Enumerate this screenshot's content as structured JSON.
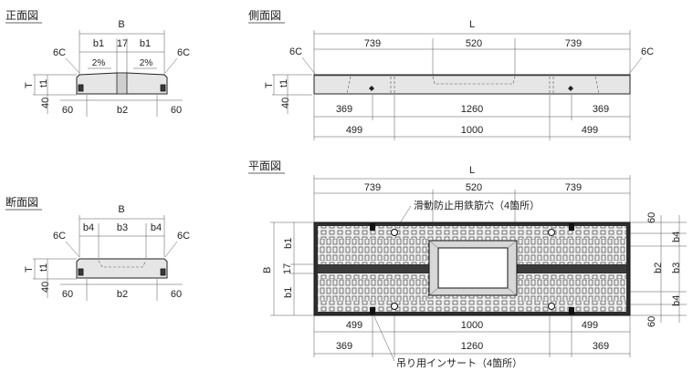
{
  "titles": {
    "front": "正面図",
    "side": "側面図",
    "section": "断面図",
    "plan": "平面図"
  },
  "front": {
    "B": "B",
    "b1_left": "b1",
    "mid": "17",
    "b1_right": "b1",
    "slope_left": "2%",
    "slope_right": "2%",
    "chamfer_left": "6C",
    "chamfer_right": "6C",
    "T": "T",
    "t1": "t1",
    "h40": "40",
    "w60_left": "60",
    "b2": "b2",
    "w60_right": "60"
  },
  "side": {
    "L": "L",
    "d739_left": "739",
    "d520": "520",
    "d739_right": "739",
    "chamfer_left": "6C",
    "chamfer_right": "6C",
    "T": "T",
    "t1": "t1",
    "h40": "40",
    "d369_left": "369",
    "d1260": "1260",
    "d369_right": "369",
    "d499_left": "499",
    "d1000": "1000",
    "d499_right": "499"
  },
  "section": {
    "B": "B",
    "b4_left": "b4",
    "b3": "b3",
    "b4_right": "b4",
    "chamfer_left": "6C",
    "chamfer_right": "6C",
    "T": "T",
    "t1": "t1",
    "h40": "40",
    "w60_left": "60",
    "b2": "b2",
    "w60_right": "60"
  },
  "plan": {
    "L": "L",
    "d739_left": "739",
    "d520": "520",
    "d739_right": "739",
    "note_rebar": "滑動防止用鉄筋穴（4箇所）",
    "note_insert": "吊り用インサート（4箇所）",
    "B": "B",
    "b1_top": "b1",
    "mid17": "17",
    "b1_bottom": "b1",
    "r60_top": "60",
    "r_b4_top": "b4",
    "r_b2": "b2",
    "r_b3": "b3",
    "r_b4_bottom": "b4",
    "r60_bottom": "60",
    "d499_left": "499",
    "d1000": "1000",
    "d499_right": "499",
    "d369_left": "369",
    "d1260": "1260",
    "d369_right": "369"
  }
}
